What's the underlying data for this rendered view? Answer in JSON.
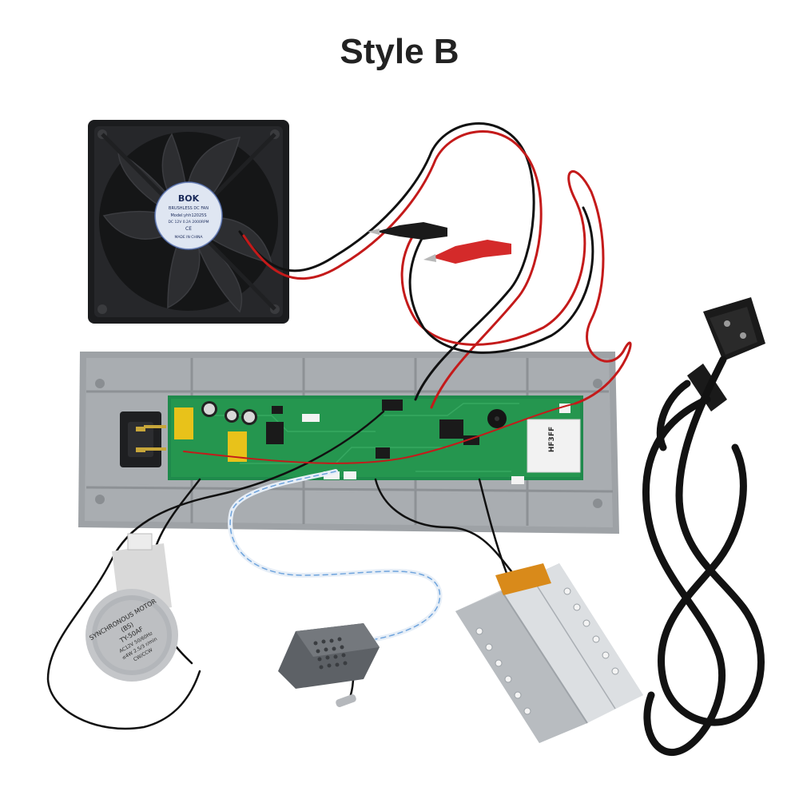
{
  "title": "Style B",
  "fan_label": {
    "brand": "BOK",
    "line1": "BRUSHLESS DC FAN",
    "line2": "Model:yhh12025S",
    "line3": "DC 12V 0.2A 2000RPM",
    "line4": "CE",
    "line5": "MADE IN CHINA"
  },
  "motor_label": {
    "line1": "SYNCHRONOUS MOTOR",
    "line2": "(BS)",
    "line3": "TY-50AF",
    "line4": "AC12V 50/60Hz",
    "line5": "≤4W 2.5/3 r/min",
    "line6": "CW/CCW"
  },
  "relay_label": "HF3FF",
  "colors": {
    "background": "#ffffff",
    "pcb": "#1f8a4c",
    "housing": "#9ea2a6",
    "wire_red": "#c41a1a",
    "wire_black": "#111111",
    "clip_red": "#d42a2a",
    "heater": "#c9ccd0",
    "kapton": "#d98a1a"
  }
}
